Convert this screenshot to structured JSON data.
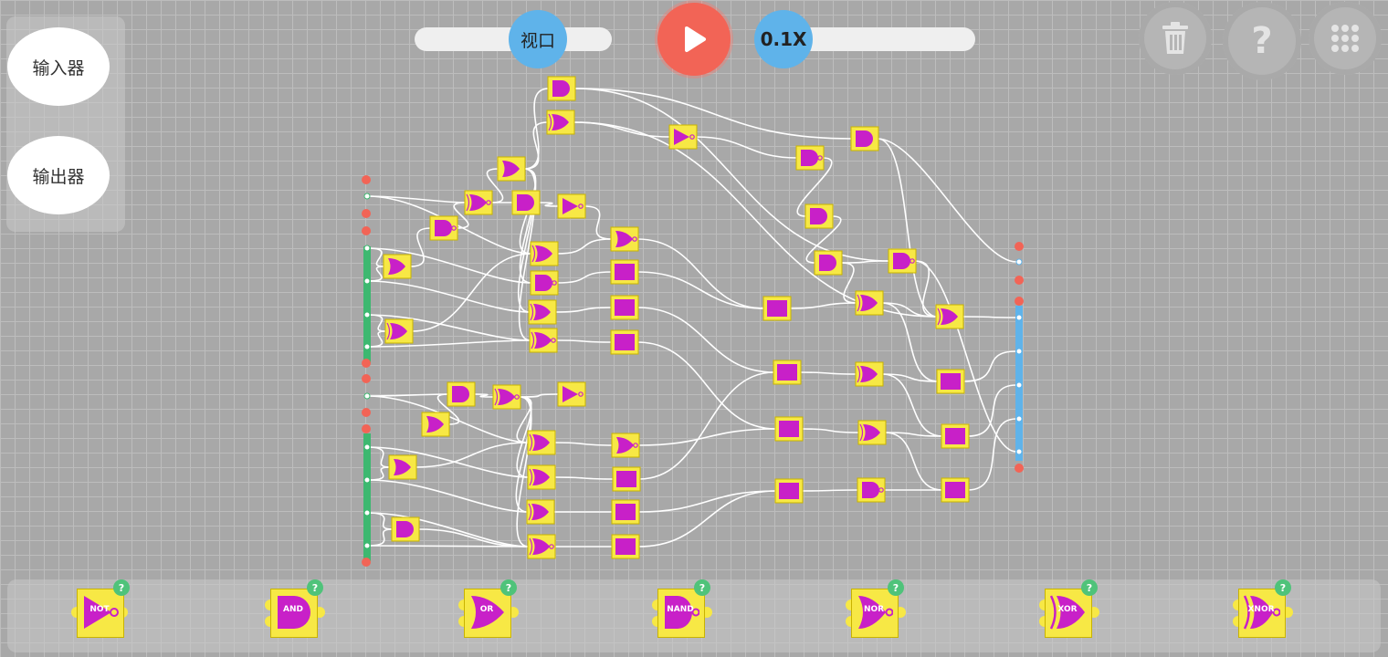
{
  "side_panel": {
    "input_label": "输入器",
    "output_label": "输出器"
  },
  "top_bar": {
    "viewport_label": "视口",
    "speed_label": "0.1X"
  },
  "icons": {
    "play": "play-icon",
    "trash": "trash-icon",
    "help": "question-icon",
    "menu": "grid-menu-icon"
  },
  "colors": {
    "gate_body": "#f7e845",
    "gate_symbol": "#c820c8",
    "input_bar": "#3db870",
    "output_bar": "#5fb3ea",
    "play": "#f26456",
    "wire": "#ffffff",
    "help_badge": "#4fc37a"
  },
  "palette": {
    "gates": [
      {
        "label": "NOT",
        "help": "?"
      },
      {
        "label": "AND",
        "help": "?"
      },
      {
        "label": "OR",
        "help": "?"
      },
      {
        "label": "NAND",
        "help": "?"
      },
      {
        "label": "NOR",
        "help": "?"
      },
      {
        "label": "XOR",
        "help": "?"
      },
      {
        "label": "XNOR",
        "help": "?"
      }
    ]
  }
}
